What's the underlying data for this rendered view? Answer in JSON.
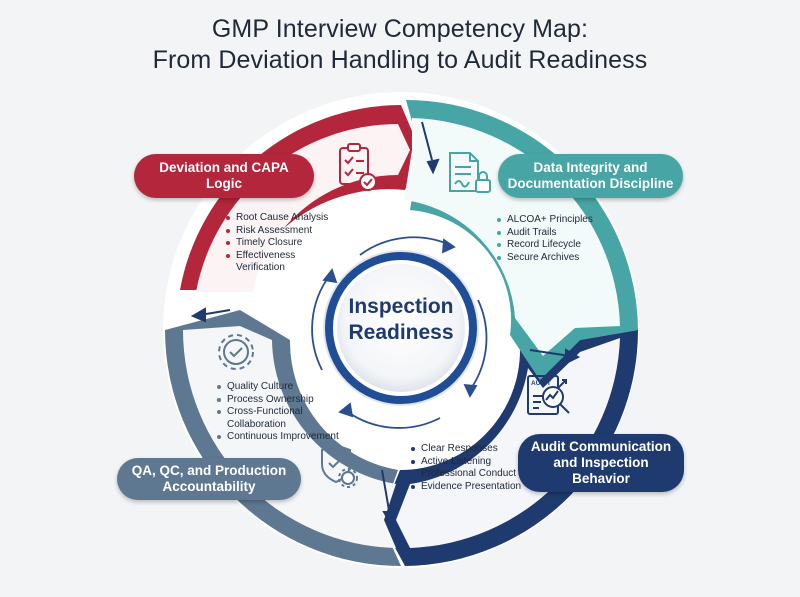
{
  "title": {
    "line1": "GMP Interview Competency Map:",
    "line2": "From Deviation Handling to Audit Readiness"
  },
  "center": {
    "line1": "Inspection",
    "line2": "Readiness"
  },
  "colors": {
    "red": "#b3263b",
    "teal": "#48a5a5",
    "navy": "#1f3a6e",
    "slate": "#5e7891",
    "center_ring": "#1f4d96"
  },
  "segments": [
    {
      "id": "deviation",
      "label_line1": "Deviation and CAPA",
      "label_line2": "Logic",
      "icon": "clipboard-check-icon",
      "items": [
        "Root Cause Analysis",
        "Risk Assessment",
        "Timely Closure",
        "Effectiveness Verification"
      ]
    },
    {
      "id": "data-integrity",
      "label_line1": "Data Integrity and",
      "label_line2": "Documentation Discipline",
      "icon": "document-lock-icon",
      "items": [
        "ALCOA+ Principles",
        "Audit Trails",
        "Record Lifecycle",
        "Secure Archives"
      ]
    },
    {
      "id": "audit-communication",
      "label_line1": "Audit Communication",
      "label_line2": "and Inspection",
      "label_line3": "Behavior",
      "icon": "audit-magnifier-icon",
      "icon_text": "AUDIT",
      "items": [
        "Clear Responses",
        "Active Listening",
        "Professional Conduct",
        "Evidence Presentation"
      ]
    },
    {
      "id": "qa-qc",
      "label_line1": "QA, QC, and Production",
      "label_line2": "Accountability",
      "icons": [
        "gear-check-icon",
        "shield-gear-icon"
      ],
      "items": [
        "Quality Culture",
        "Process Ownership",
        "Cross-Functional Collaboration",
        "Continuous Improvement"
      ]
    }
  ]
}
